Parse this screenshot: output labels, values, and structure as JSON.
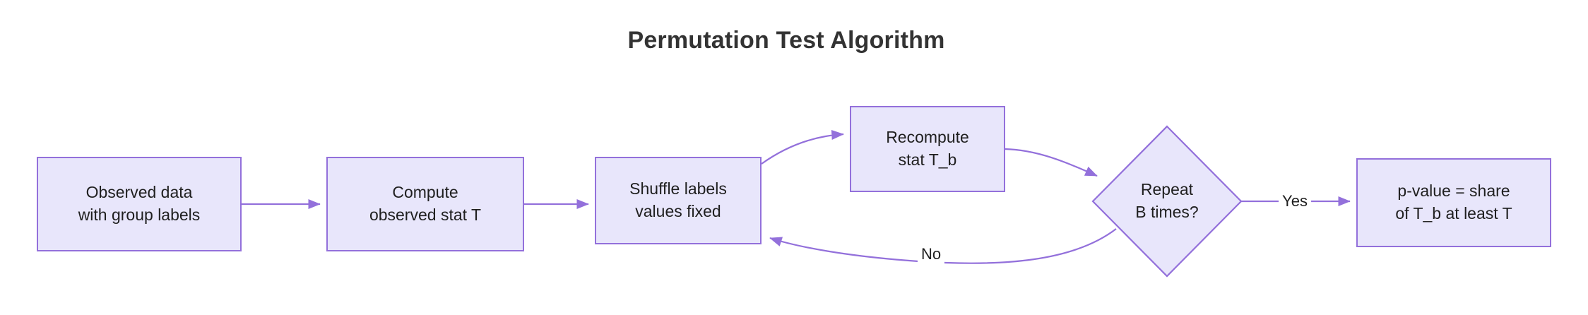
{
  "diagram": {
    "title": "Permutation Test Algorithm",
    "type": "flowchart",
    "colors": {
      "node_fill": "#e8e6fb",
      "node_border": "#9370db",
      "edge": "#9370db",
      "text": "#1f1f1f",
      "title": "#333333",
      "background": "#ffffff"
    },
    "nodes": [
      {
        "id": "observed-data",
        "shape": "rectangle",
        "line1": "Observed data",
        "line2": "with group labels"
      },
      {
        "id": "compute-observed-stat",
        "shape": "rectangle",
        "line1": "Compute",
        "line2": "observed stat T"
      },
      {
        "id": "shuffle-labels",
        "shape": "rectangle",
        "line1": "Shuffle labels",
        "line2": "values fixed"
      },
      {
        "id": "recompute-stat",
        "shape": "rectangle",
        "line1": "Recompute",
        "line2": "stat T_b"
      },
      {
        "id": "repeat-decision",
        "shape": "diamond",
        "line1": "Repeat",
        "line2": "B times?"
      },
      {
        "id": "p-value-result",
        "shape": "rectangle",
        "line1": "p-value = share",
        "line2": "of T_b at least T"
      }
    ],
    "edges": [
      {
        "id": "e1",
        "from": "observed-data",
        "to": "compute-observed-stat",
        "label": ""
      },
      {
        "id": "e2",
        "from": "compute-observed-stat",
        "to": "shuffle-labels",
        "label": ""
      },
      {
        "id": "e3",
        "from": "shuffle-labels",
        "to": "recompute-stat",
        "label": ""
      },
      {
        "id": "e4",
        "from": "recompute-stat",
        "to": "repeat-decision",
        "label": ""
      },
      {
        "id": "e5",
        "from": "repeat-decision",
        "to": "p-value-result",
        "label": "Yes"
      },
      {
        "id": "e6",
        "from": "repeat-decision",
        "to": "shuffle-labels",
        "label": "No"
      }
    ],
    "edge_labels": {
      "yes": "Yes",
      "no": "No"
    }
  }
}
